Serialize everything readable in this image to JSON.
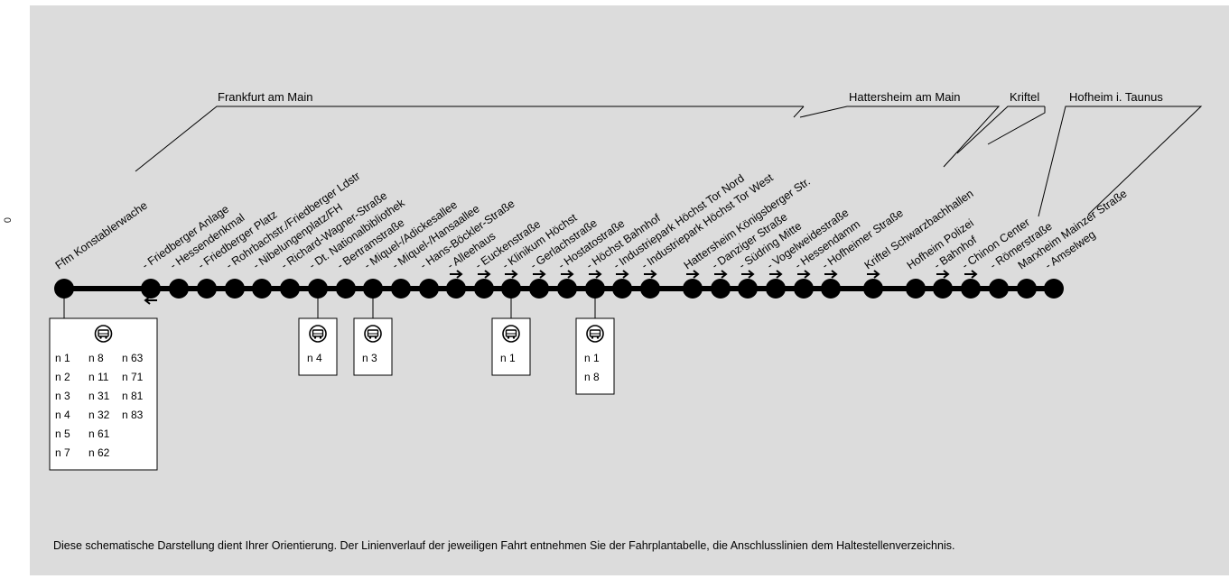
{
  "side_label": "0",
  "colors": {
    "background": "#dcdcdc",
    "line": "#000000",
    "box": "#ffffff"
  },
  "regions": [
    {
      "name": "Frankfurt am Main"
    },
    {
      "name": "Hattersheim am Main"
    },
    {
      "name": "Kriftel"
    },
    {
      "name": "Hofheim i. Taunus"
    }
  ],
  "stops": [
    {
      "name": "Ffm Konstablerwache"
    },
    {
      "name": "- Friedberger Anlage"
    },
    {
      "name": "- Hessendenkmal"
    },
    {
      "name": "- Friedberger Platz"
    },
    {
      "name": "- Rohrbachstr./Friedberger Ldstr"
    },
    {
      "name": "- Nibelungenplatz/FH"
    },
    {
      "name": "- Richard-Wagner-Straße"
    },
    {
      "name": "- Dt. Nationalbibliothek"
    },
    {
      "name": "- Bertramstraße"
    },
    {
      "name": "- Miquel-/Adickesallee"
    },
    {
      "name": "- Miquel-/Hansaallee"
    },
    {
      "name": "- Hans-Böckler-Straße"
    },
    {
      "name": "- Alleehaus"
    },
    {
      "name": "- Euckenstraße"
    },
    {
      "name": "- Klinikum Höchst"
    },
    {
      "name": "- Gerlachstraße"
    },
    {
      "name": "- Hostatostraße"
    },
    {
      "name": "- Höchst Bahnhof"
    },
    {
      "name": "- Industriepark Höchst Tor Nord"
    },
    {
      "name": "- Industriepark Höchst Tor West"
    },
    {
      "name": "Hattersheim Königsberger Str."
    },
    {
      "name": "- Danziger Straße"
    },
    {
      "name": "- Südring Mitte"
    },
    {
      "name": "- Vogelweidestraße"
    },
    {
      "name": "- Hessendamm"
    },
    {
      "name": "- Hofheimer Straße"
    },
    {
      "name": "Kriftel Schwarzbachhallen"
    },
    {
      "name": "Hofheim Polizei"
    },
    {
      "name": "- Bahnhof"
    },
    {
      "name": "- Chinon Center"
    },
    {
      "name": "- Römerstraße"
    },
    {
      "name": "Marxheim Mainzer Straße"
    },
    {
      "name": "- Amselweg"
    }
  ],
  "transfers": [
    {
      "stop": "Ffm Konstablerwache",
      "icon": "bus-icon",
      "columns": [
        [
          "n 1",
          "n 2",
          "n 3",
          "n 4",
          "n 5",
          "n 7"
        ],
        [
          "n 8",
          "n 11",
          "n 31",
          "n 32",
          "n 61",
          "n 62"
        ],
        [
          "n 63",
          "n 71",
          "n 81",
          "n 83"
        ]
      ]
    },
    {
      "stop": "- Dt. Nationalbibliothek",
      "icon": "bus-icon",
      "columns": [
        [
          "n 4"
        ]
      ]
    },
    {
      "stop": "- Miquel-/Adickesallee",
      "icon": "bus-icon",
      "columns": [
        [
          "n 3"
        ]
      ]
    },
    {
      "stop": "- Klinikum Höchst",
      "icon": "bus-icon",
      "columns": [
        [
          "n 1"
        ]
      ]
    },
    {
      "stop": "- Höchst Bahnhof",
      "icon": "bus-icon",
      "columns": [
        [
          "n 1",
          "n 8"
        ]
      ]
    }
  ],
  "footer": "Diese schematische Darstellung dient Ihrer Orientierung. Der Linienverlauf der jeweiligen Fahrt entnehmen Sie der Fahrplantabelle, die Anschlusslinien dem Haltestellenverzeichnis."
}
